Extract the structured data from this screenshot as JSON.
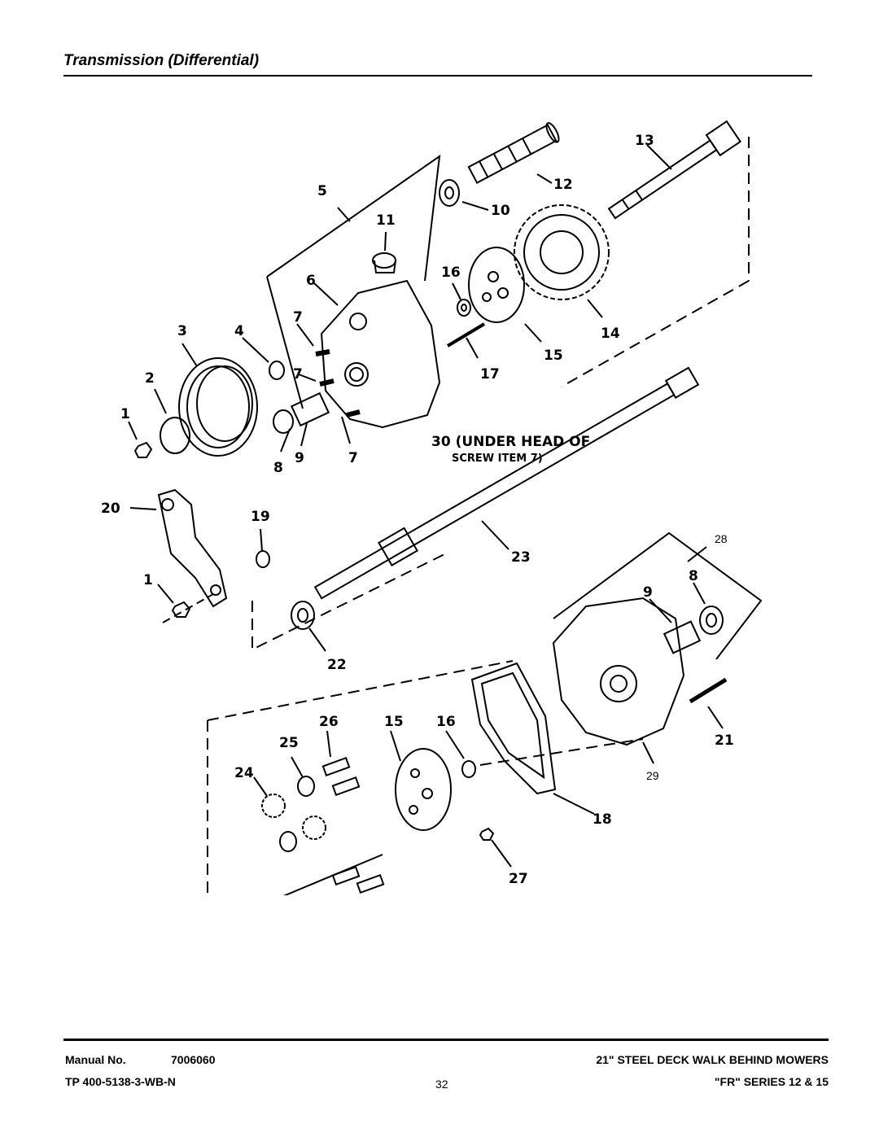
{
  "page": {
    "title": "Transmission (Differential)"
  },
  "diagram": {
    "callouts": {
      "c1a": "1",
      "c2": "2",
      "c3": "3",
      "c4": "4",
      "c5": "5",
      "c6": "6",
      "c7a": "7",
      "c7b": "7",
      "c7c": "7",
      "c8a": "8",
      "c9a": "9",
      "c10": "10",
      "c11": "11",
      "c12": "12",
      "c13": "13",
      "c14": "14",
      "c15a": "15",
      "c16a": "16",
      "c17": "17",
      "c19": "19",
      "c20": "20",
      "c1b": "1",
      "c22": "22",
      "c23": "23",
      "c28": "28",
      "c9b": "9",
      "c8b": "8",
      "c21": "21",
      "c29": "29",
      "c18": "18",
      "c27": "27",
      "c24": "24",
      "c25": "25",
      "c26": "26",
      "c15b": "15",
      "c16b": "16"
    },
    "note_30_line1": "30 (UNDER HEAD OF",
    "note_30_line2": "SCREW ITEM 7)"
  },
  "footer": {
    "manual_label": "Manual No.",
    "manual_number": "7006060",
    "tp_number": "TP 400-5138-3-WB-N",
    "page_number": "32",
    "product_line1": "21\" STEEL DECK WALK BEHIND MOWERS",
    "product_line2": "\"FR\" SERIES 12 & 15"
  }
}
